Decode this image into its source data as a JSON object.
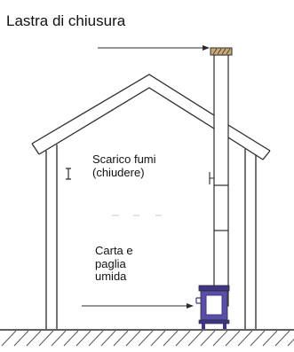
{
  "labels": {
    "closing_plate": "Lastra di chiusura",
    "smoke_outlet_line1": "Scarico fumi",
    "smoke_outlet_line2": "(chiudere)",
    "fuel_line1": "Carta e",
    "fuel_line2": "paglia",
    "fuel_line3": "umida"
  },
  "colors": {
    "line": "#2b2b2b",
    "stove": "#5a4fa8",
    "stove_dark": "#3d3587",
    "stove_window": "#ffffff",
    "plate_fill": "#c9a97a",
    "ground_hatch": "#555555"
  }
}
